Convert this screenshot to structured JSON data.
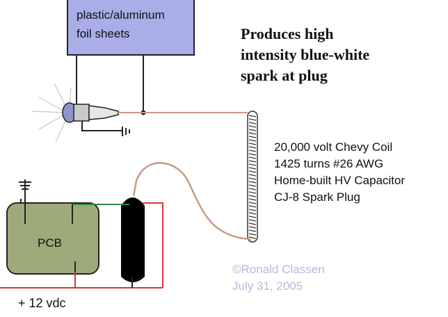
{
  "foil_label": "plastic/aluminum\nfoil sheets",
  "headline": "Produces high\nintensity blue-white\nspark at plug",
  "specs": "20,000 volt Chevy Coil\n1425 turns #26 AWG\nHome-built HV Capacitor\nCJ-8 Spark Plug",
  "pcb_label": "PCB",
  "credit": "©Ronald Classen\nJuly 31, 2005",
  "supply_label": "+ 12 vdc",
  "colors": {
    "foil": "#a9aee8",
    "pcb": "#9faa7a",
    "wire_hv": "#c69a84",
    "wire_red": "#d23a3a",
    "wire_green": "#2f8a3a",
    "credit": "#b3b9dc"
  }
}
